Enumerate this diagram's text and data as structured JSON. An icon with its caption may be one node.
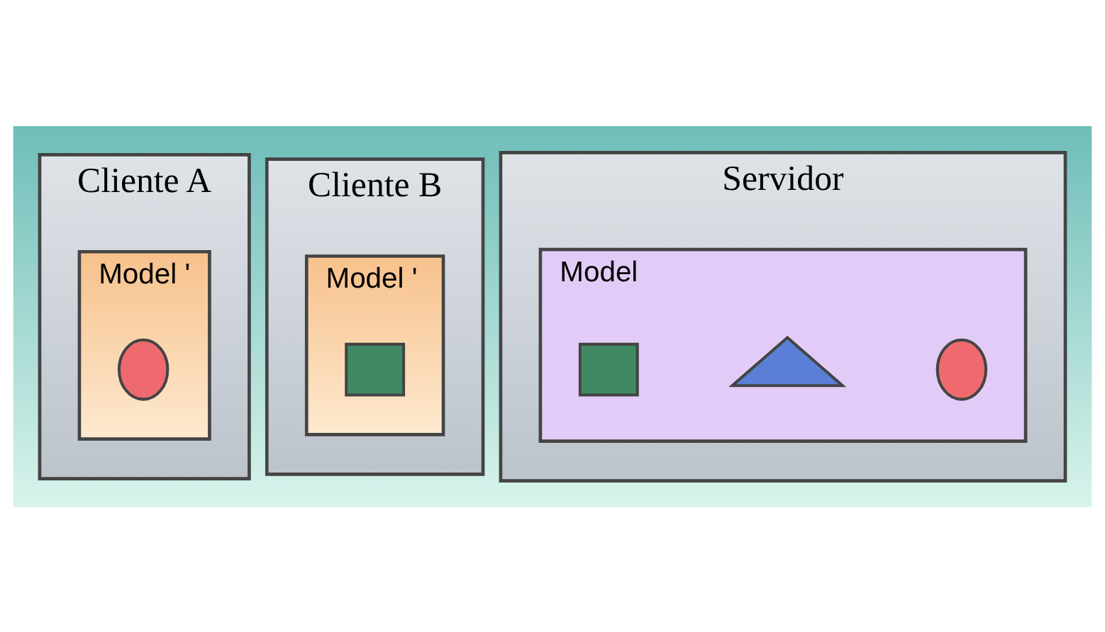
{
  "diagram": {
    "nodes": [
      {
        "text": [
          "Cliente A"
        ]
      },
      {
        "text": [
          "Model '"
        ],
        "in": 0
      },
      {
        "text": [],
        "shape": "circle",
        "in": 1
      },
      {
        "text": [
          "Cliente B"
        ]
      },
      {
        "text": [
          "Model '"
        ],
        "in": 3
      },
      {
        "text": [],
        "shape": "box",
        "in": 4
      },
      {
        "text": [
          "Servidor"
        ]
      },
      {
        "text": [
          "Model"
        ],
        "in": 6
      },
      {
        "text": [],
        "shape": "circle",
        "in": 7
      },
      {
        "text": [],
        "shape": "triangle",
        "in": 7
      },
      {
        "text": [],
        "shape": "box",
        "in": 7
      }
    ]
  }
}
